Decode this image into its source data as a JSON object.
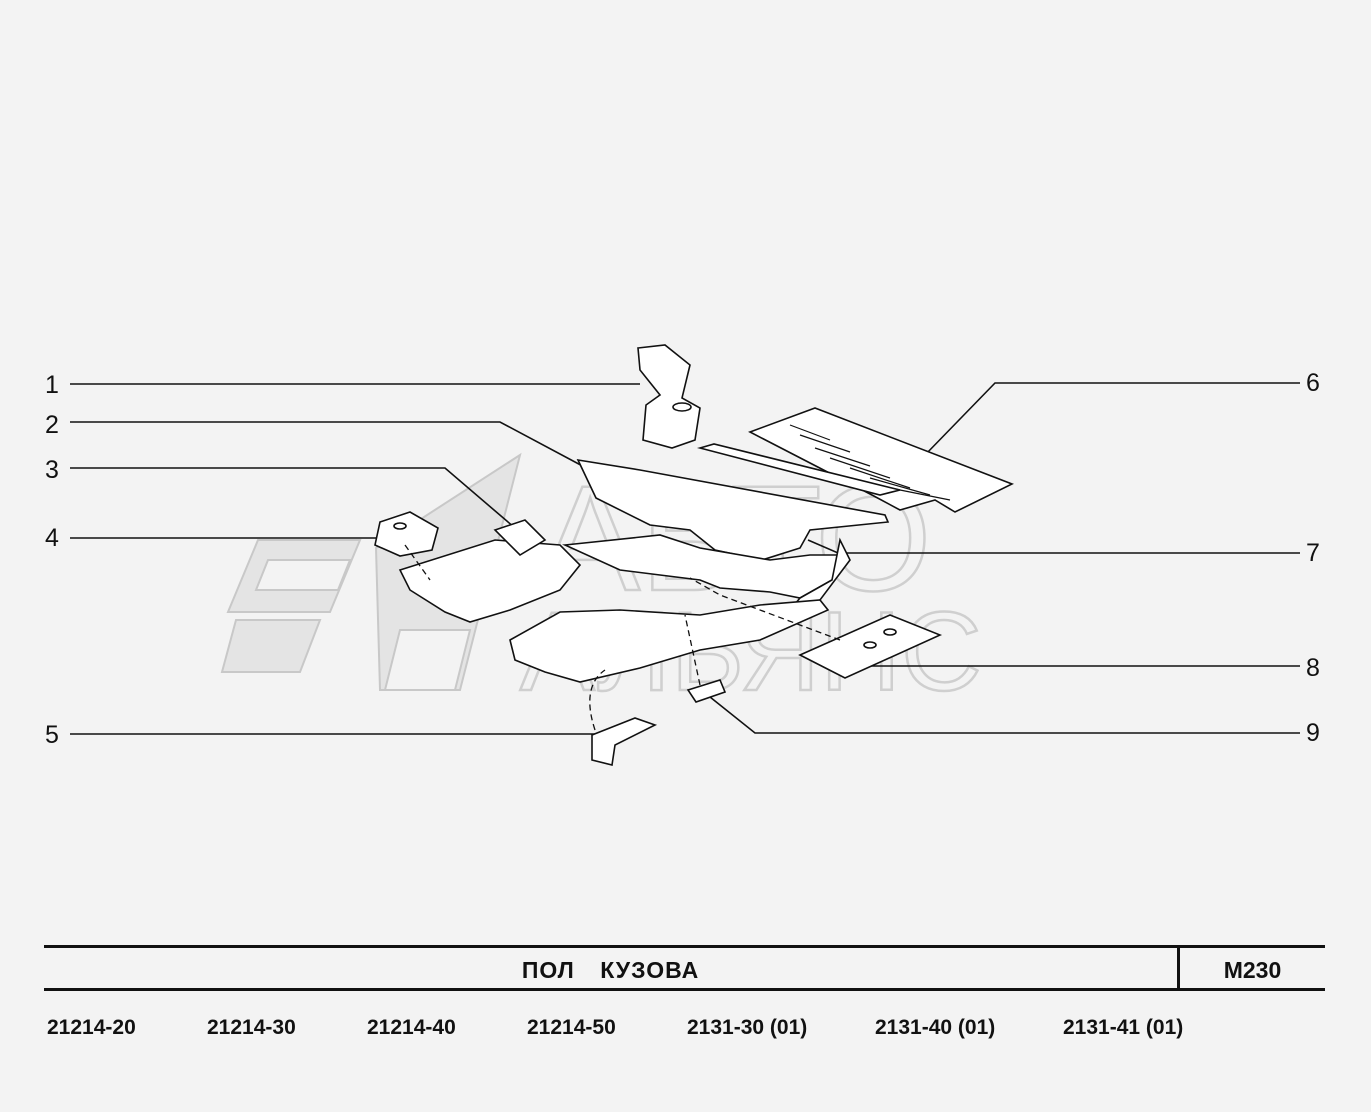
{
  "watermark": {
    "line1": "АВТО",
    "line2": "АЛЬЯНС"
  },
  "callouts": {
    "c1": "1",
    "c2": "2",
    "c3": "3",
    "c4": "4",
    "c5": "5",
    "c6": "6",
    "c7": "7",
    "c8": "8",
    "c9": "9"
  },
  "title": "ПОЛ КУЗОВА",
  "code": "M230",
  "models": [
    "21214-20",
    "21214-30",
    "21214-40",
    "21214-50",
    "2131-30 (01)",
    "2131-40 (01)",
    "2131-41 (01)"
  ],
  "colors": {
    "background": "#f3f3f3",
    "line": "#111111",
    "watermark": "#d7d7d7"
  }
}
